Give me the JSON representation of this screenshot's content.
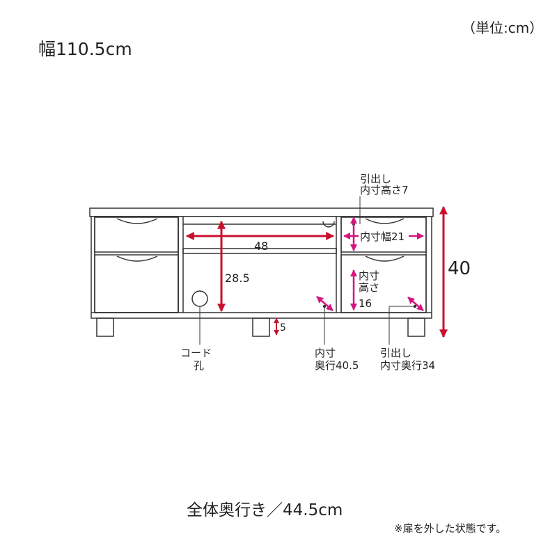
{
  "header": {
    "unit": "（単位:cm）",
    "width": "幅110.5cm"
  },
  "footer": {
    "depth": "全体奥行き／44.5cm",
    "note": "※扉を外した状態です。"
  },
  "dimensions": {
    "center_width": "48",
    "center_height": "28.5",
    "total_height": "40",
    "leg_height": "5",
    "drawer_inner_width": "内寸幅21"
  },
  "labels": {
    "drawer_height_l1": "引出し",
    "drawer_height_l2": "内寸高さ7",
    "inner_height_l1": "内寸",
    "inner_height_l2": "高さ",
    "inner_height_l3": "16",
    "cord_l1": "コード",
    "cord_l2": "孔",
    "inner_depth_l1": "内寸",
    "inner_depth_l2": "奥行40.5",
    "drawer_depth_l1": "引出し",
    "drawer_depth_l2": "内寸奥行34"
  },
  "colors": {
    "red_arrow": "#c8102e",
    "magenta_arrow": "#d4147f",
    "line": "#333333"
  }
}
